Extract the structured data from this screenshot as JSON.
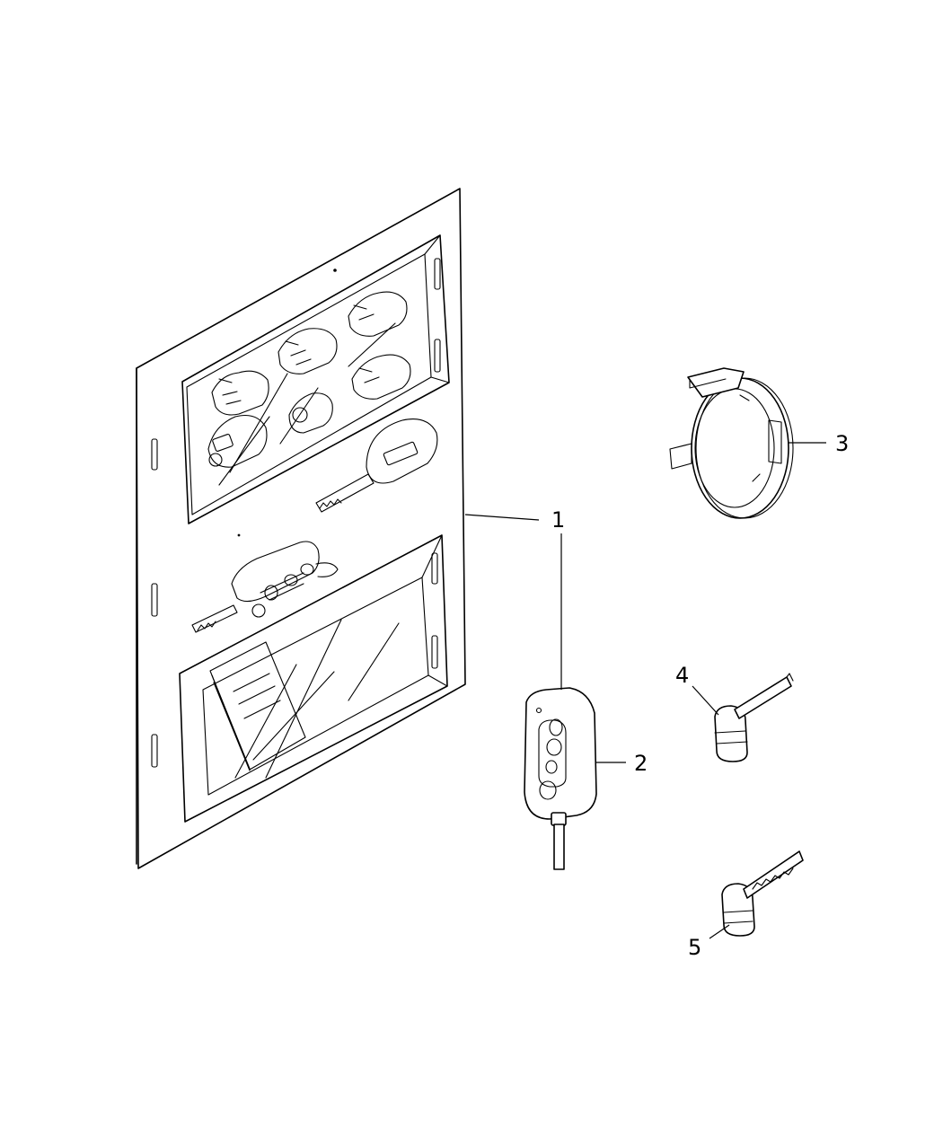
{
  "callouts": {
    "c1": "1",
    "c2": "2",
    "c3": "3",
    "c4": "4",
    "c5": "5"
  },
  "parts": [
    {
      "id": 1,
      "icon": "key-lock-kit-board-icon"
    },
    {
      "id": 2,
      "icon": "flip-key-fob-icon"
    },
    {
      "id": 3,
      "icon": "ignition-lock-ring-icon"
    },
    {
      "id": 4,
      "icon": "key-blank-icon"
    },
    {
      "id": 5,
      "icon": "cut-key-blade-icon"
    }
  ]
}
